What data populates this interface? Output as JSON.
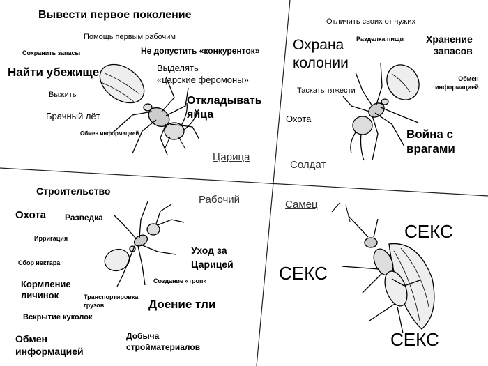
{
  "queen": {
    "title": "Царица",
    "labels": {
      "first_gen": "Вывести первое поколение",
      "help_workers": "Помощь первым рабочим",
      "save_stock": "Сохранить запасы",
      "no_rivals": "Не допустить «конкуренток»",
      "find_shelter": "Найти убежище",
      "pheromones": "Выделять\n«царские феромоны»",
      "survive": "Выжить",
      "lay_eggs": "Откладывать\nяйца",
      "nuptial_flight": "Брачный лёт",
      "info_exchange": "Обмен информацией"
    }
  },
  "soldier": {
    "title": "Солдат",
    "labels": {
      "friend_foe": "Отличить своих от чужих",
      "colony_guard": "Охрана\nколонии",
      "food_cutting": "Разделка пищи",
      "storage": "Хранение\nзапасов",
      "info_exchange": "Обмен\nинформацией",
      "carry_heavy": "Таскать тяжести",
      "hunting": "Охота",
      "war": "Война с\nврагами"
    }
  },
  "worker": {
    "title": "Рабочий",
    "labels": {
      "building": "Строительство",
      "hunting": "Охота",
      "scouting": "Разведка",
      "irrigation": "Ирригация",
      "nectar": "Сбор нектара",
      "queen_care": "Уход за\nЦарицей",
      "trails": "Создание «троп»",
      "larvae": "Кормление\nличинок",
      "transport": "Транспортировка\nгрузов",
      "aphid_milking": "Доение тли",
      "pupae": "Вскрытие куколок",
      "info_exchange": "Обмен\nинформацией",
      "materials": "Добыча\nстройматериалов"
    }
  },
  "male": {
    "title": "Самец",
    "labels": {
      "sex_1": "СЕКС",
      "sex_2": "СЕКС",
      "sex_3": "СЕКС"
    }
  },
  "colors": {
    "ink": "#000000",
    "title_color": "#333333",
    "divider": "#222222"
  }
}
